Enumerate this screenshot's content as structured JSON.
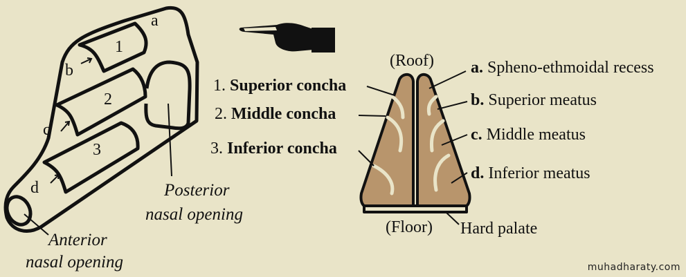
{
  "left_diagram": {
    "letters": {
      "a": "a",
      "b": "b",
      "c": "c",
      "d": "d"
    },
    "conchae_numbers": [
      "1",
      "2",
      "3"
    ],
    "posterior_label": [
      "Posterior",
      "nasal opening"
    ],
    "anterior_label": [
      "Anterior",
      "nasal opening"
    ]
  },
  "pointer_icon": "pointing-hand-icon",
  "right_diagram": {
    "roof": "(Roof)",
    "floor": "(Floor)",
    "hard_palate": "Hard palate",
    "conchae": [
      {
        "num": "1.",
        "name": "Superior concha"
      },
      {
        "num": "2.",
        "name": "Middle concha"
      },
      {
        "num": "3.",
        "name": "Inferior concha"
      }
    ],
    "spaces": [
      {
        "letter": "a.",
        "name": "Spheno-ethmoidal recess"
      },
      {
        "letter": "b.",
        "name": "Superior meatus"
      },
      {
        "letter": "c.",
        "name": "Middle meatus"
      },
      {
        "letter": "d.",
        "name": "Inferior meatus"
      }
    ]
  },
  "colors": {
    "background": "#e9e4c8",
    "wall": "#b8956c",
    "ink": "#111111"
  },
  "watermark": "muhadharaty.com"
}
